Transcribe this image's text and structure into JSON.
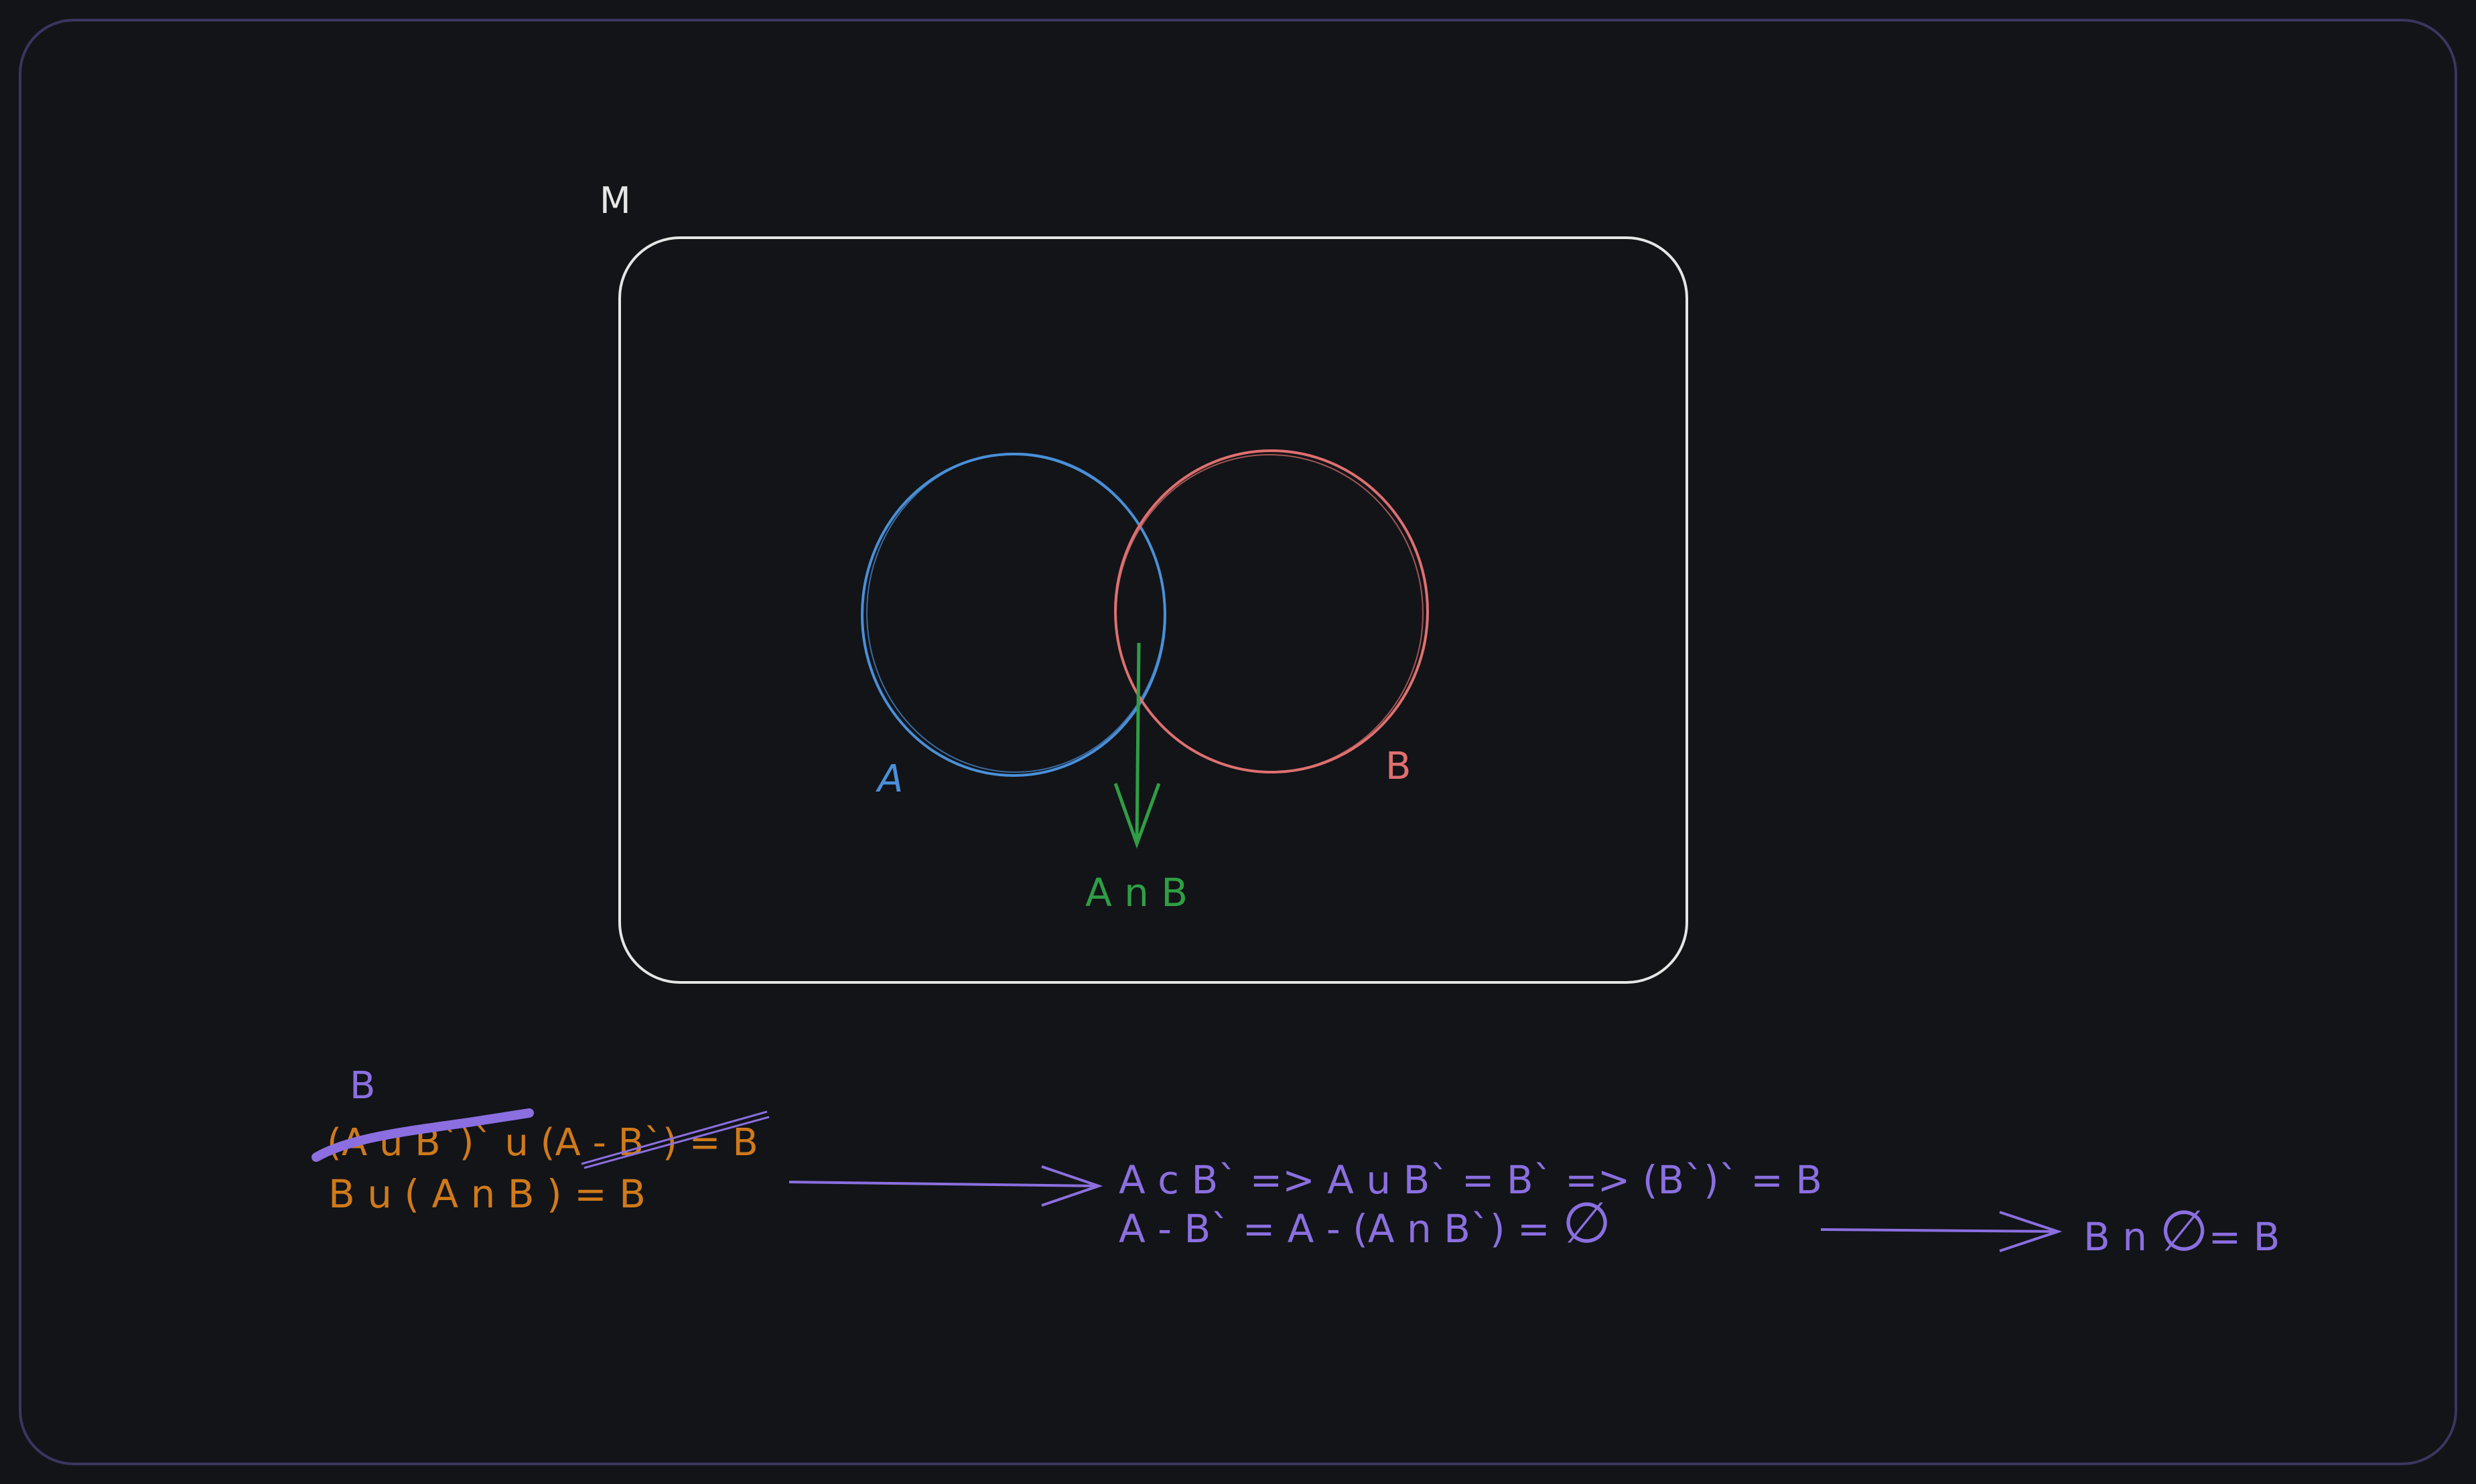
{
  "colors": {
    "background": "#121418",
    "frame_border": "#3b3560",
    "universe_stroke": "#e6e6e6",
    "set_a": "#4a90d9",
    "set_b": "#e07070",
    "intersection": "#2f9e44",
    "equations_orange": "#d07a1a",
    "equations_purple": "#8b6fe0"
  },
  "diagram": {
    "universe_label": "M",
    "set_a_label": "A",
    "set_b_label": "B",
    "intersection_label": "A n B"
  },
  "notes": {
    "annotation_b": "B",
    "line1_left": "(A u B`)`",
    "line1_mid": " u ",
    "line1_struck": "(A - B`)",
    "line1_right": " = B",
    "line2": "B u ( A n B ) = B",
    "line3": "A c B` => A u B` = B` => (B`)` = B",
    "line4_prefix": "A - B` = A - (A n B`) = ",
    "line4_empty": "∅",
    "line5_prefix": "B n ",
    "line5_empty": "∅",
    "line5_suffix": "= B"
  }
}
